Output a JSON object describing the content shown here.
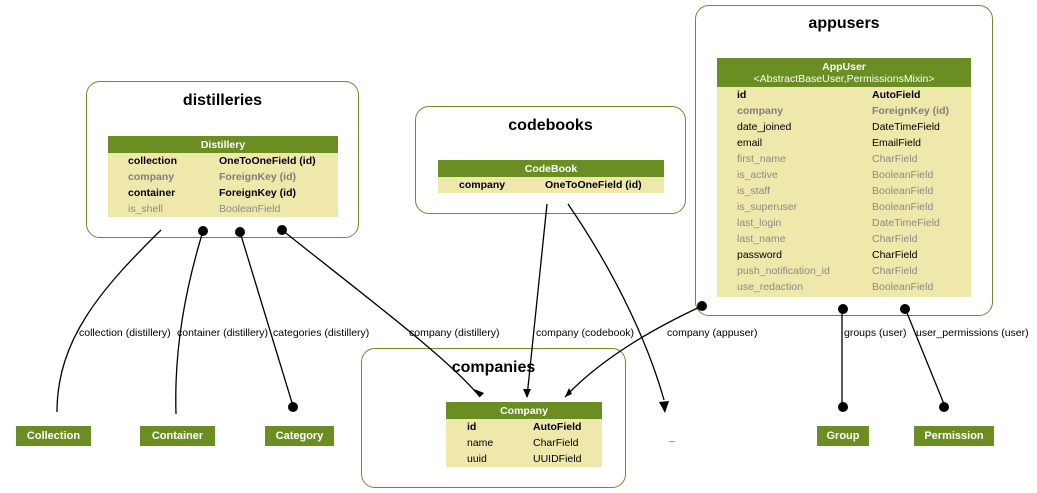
{
  "clusters": {
    "distilleries": "distilleries",
    "codebooks": "codebooks",
    "appusers": "appusers",
    "companies": "companies"
  },
  "models": {
    "distillery": {
      "name": "Distillery",
      "fields": [
        {
          "name": "collection",
          "type": "OneToOneField (id)",
          "style": "bold"
        },
        {
          "name": "company",
          "type": "ForeignKey (id)",
          "style": "greybold"
        },
        {
          "name": "container",
          "type": "ForeignKey (id)",
          "style": "bold"
        },
        {
          "name": "is_shell",
          "type": "BooleanField",
          "style": "grey"
        }
      ]
    },
    "codebook": {
      "name": "CodeBook",
      "fields": [
        {
          "name": "company",
          "type": "OneToOneField (id)",
          "style": "bold"
        }
      ]
    },
    "appuser": {
      "name": "AppUser",
      "bases": "<AbstractBaseUser,PermissionsMixin>",
      "fields": [
        {
          "name": "id",
          "type": "AutoField",
          "style": "bold"
        },
        {
          "name": "company",
          "type": "ForeignKey (id)",
          "style": "greybold"
        },
        {
          "name": "date_joined",
          "type": "DateTimeField",
          "style": "reg"
        },
        {
          "name": "email",
          "type": "EmailField",
          "style": "reg"
        },
        {
          "name": "first_name",
          "type": "CharField",
          "style": "grey"
        },
        {
          "name": "is_active",
          "type": "BooleanField",
          "style": "grey"
        },
        {
          "name": "is_staff",
          "type": "BooleanField",
          "style": "grey"
        },
        {
          "name": "is_superuser",
          "type": "BooleanField",
          "style": "grey"
        },
        {
          "name": "last_login",
          "type": "DateTimeField",
          "style": "grey"
        },
        {
          "name": "last_name",
          "type": "CharField",
          "style": "grey"
        },
        {
          "name": "password",
          "type": "CharField",
          "style": "reg"
        },
        {
          "name": "push_notification_id",
          "type": "CharField",
          "style": "grey"
        },
        {
          "name": "use_redaction",
          "type": "BooleanField",
          "style": "grey"
        }
      ]
    },
    "company": {
      "name": "Company",
      "fields": [
        {
          "name": "id",
          "type": "AutoField",
          "style": "bold"
        },
        {
          "name": "name",
          "type": "CharField",
          "style": "reg"
        },
        {
          "name": "uuid",
          "type": "UUIDField",
          "style": "reg"
        }
      ]
    }
  },
  "external_models": {
    "collection": "Collection",
    "container": "Container",
    "category": "Category",
    "group": "Group",
    "permission": "Permission",
    "unnamed": "_"
  },
  "edge_labels": {
    "collection": "collection (distillery)",
    "container": "container (distillery)",
    "categories": "categories (distillery)",
    "company_distillery": "company (distillery)",
    "company_codebook": "company (codebook)",
    "company_appuser": "company (appuser)",
    "groups": "groups (user)",
    "user_permissions": "user_permissions (user)"
  },
  "colors": {
    "accent": "#6b8e23",
    "field_bg": "#eee8aa",
    "muted_text": "#8a8a8a"
  }
}
